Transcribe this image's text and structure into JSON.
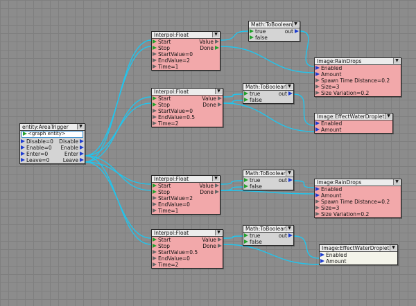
{
  "colors": {
    "wire": "#22c4ec",
    "node_pink": "#f2a8aa",
    "node_grey": "#d4d4d4",
    "pin_green": "#23a02d",
    "pin_blue": "#1d3ccf"
  },
  "nodes": {
    "entity": {
      "title": "entity:AreaTrigger",
      "field": "<graph entity>",
      "rows": [
        {
          "left": "Disable=0",
          "right": "Disable"
        },
        {
          "left": "Enable=0",
          "right": "Enable"
        },
        {
          "left": "Enter=0",
          "right": "Enter"
        },
        {
          "left": "Leave=0",
          "right": "Leave"
        }
      ]
    },
    "interpol1": {
      "title": "Interpol:Float",
      "rows": [
        {
          "left": "Start",
          "right": "Value"
        },
        {
          "left": "Stop",
          "right": "Done"
        },
        {
          "left": "StartValue=0",
          "right": ""
        },
        {
          "left": "EndValue=2",
          "right": ""
        },
        {
          "left": "Time=1",
          "right": ""
        }
      ]
    },
    "interpol2": {
      "title": "Interpol:Float",
      "rows": [
        {
          "left": "Start",
          "right": "Value"
        },
        {
          "left": "Stop",
          "right": "Done"
        },
        {
          "left": "StartValue=0",
          "right": ""
        },
        {
          "left": "EndValue=0.5",
          "right": ""
        },
        {
          "left": "Time=2",
          "right": ""
        }
      ]
    },
    "interpol3": {
      "title": "Interpol:Float",
      "rows": [
        {
          "left": "Start",
          "right": "Value"
        },
        {
          "left": "Stop",
          "right": "Done"
        },
        {
          "left": "StartValue=2",
          "right": ""
        },
        {
          "left": "EndValue=0",
          "right": ""
        },
        {
          "left": "Time=1",
          "right": ""
        }
      ]
    },
    "interpol4": {
      "title": "Interpol:Float",
      "rows": [
        {
          "left": "Start",
          "right": "Value"
        },
        {
          "left": "Stop",
          "right": "Done"
        },
        {
          "left": "StartValue=0.5",
          "right": ""
        },
        {
          "left": "EndValue=0",
          "right": ""
        },
        {
          "left": "Time=2",
          "right": ""
        }
      ]
    },
    "bool1": {
      "title": "Math:ToBoolean",
      "rows": [
        {
          "left": "true",
          "right": "out"
        },
        {
          "left": "false",
          "right": ""
        }
      ]
    },
    "bool2": {
      "title": "Math:ToBoolean",
      "rows": [
        {
          "left": "true",
          "right": "out"
        },
        {
          "left": "false",
          "right": ""
        }
      ]
    },
    "bool3": {
      "title": "Math:ToBoolean",
      "rows": [
        {
          "left": "true",
          "right": "out"
        },
        {
          "left": "false",
          "right": ""
        }
      ]
    },
    "bool4": {
      "title": "Math:ToBoolean",
      "rows": [
        {
          "left": "true",
          "right": "out"
        },
        {
          "left": "false",
          "right": ""
        }
      ]
    },
    "rain1": {
      "title": "Image:RainDrops",
      "rows": [
        {
          "left": "Enabled"
        },
        {
          "left": "Amount"
        },
        {
          "left": "Spawn Time Distance=0.2"
        },
        {
          "left": "Size=3"
        },
        {
          "left": "Size Variation=0.2"
        }
      ]
    },
    "water1": {
      "title": "Image:EffectWaterDroplets",
      "rows": [
        {
          "left": "Enabled"
        },
        {
          "left": "Amount"
        }
      ]
    },
    "rain2": {
      "title": "Image:RainDrops",
      "rows": [
        {
          "left": "Enabled"
        },
        {
          "left": "Amount"
        },
        {
          "left": "Spawn Time Distance=0.2"
        },
        {
          "left": "Size=3"
        },
        {
          "left": "Size Variation=0.2"
        }
      ]
    },
    "water2": {
      "title": "Image:EffectWaterDroplets",
      "rows": [
        {
          "left": "Enabled"
        },
        {
          "left": "Amount"
        }
      ]
    }
  }
}
